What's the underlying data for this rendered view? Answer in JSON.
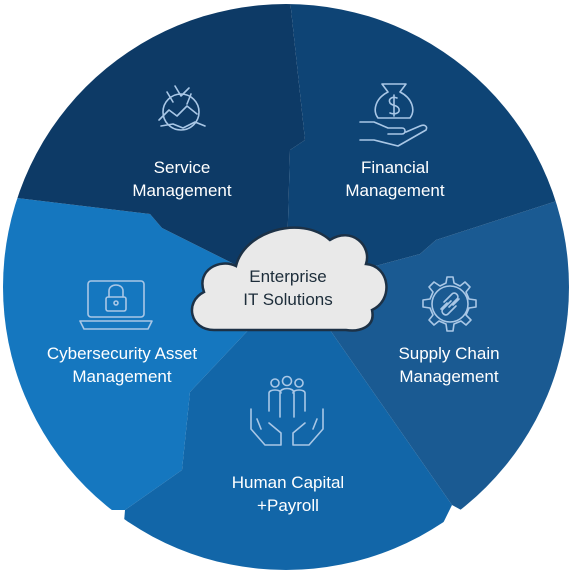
{
  "center": {
    "line1": "Enterprise",
    "line2": "IT Solutions"
  },
  "segments": [
    {
      "id": "service",
      "line1": "Service",
      "line2": "Management",
      "icon": "handshake-circle-icon",
      "color": "#0d3a66"
    },
    {
      "id": "financial",
      "line1": "Financial",
      "line2": "Management",
      "icon": "money-bag-hand-icon",
      "color": "#0e4475"
    },
    {
      "id": "supply",
      "line1": "Supply Chain",
      "line2": "Management",
      "icon": "gear-link-icon",
      "color": "#1a5a92"
    },
    {
      "id": "human",
      "line1": "Human Capital",
      "line2": "+Payroll",
      "icon": "people-hands-icon",
      "color": "#1266a8"
    },
    {
      "id": "cyber",
      "line1": "Cybersecurity Asset",
      "line2": "Management",
      "icon": "laptop-lock-icon",
      "color": "#1577bf"
    }
  ],
  "colors": {
    "cloud": "#e9e9e9",
    "cloud_stroke": "#1c3146",
    "icon_stroke": "#a9c7e6"
  }
}
